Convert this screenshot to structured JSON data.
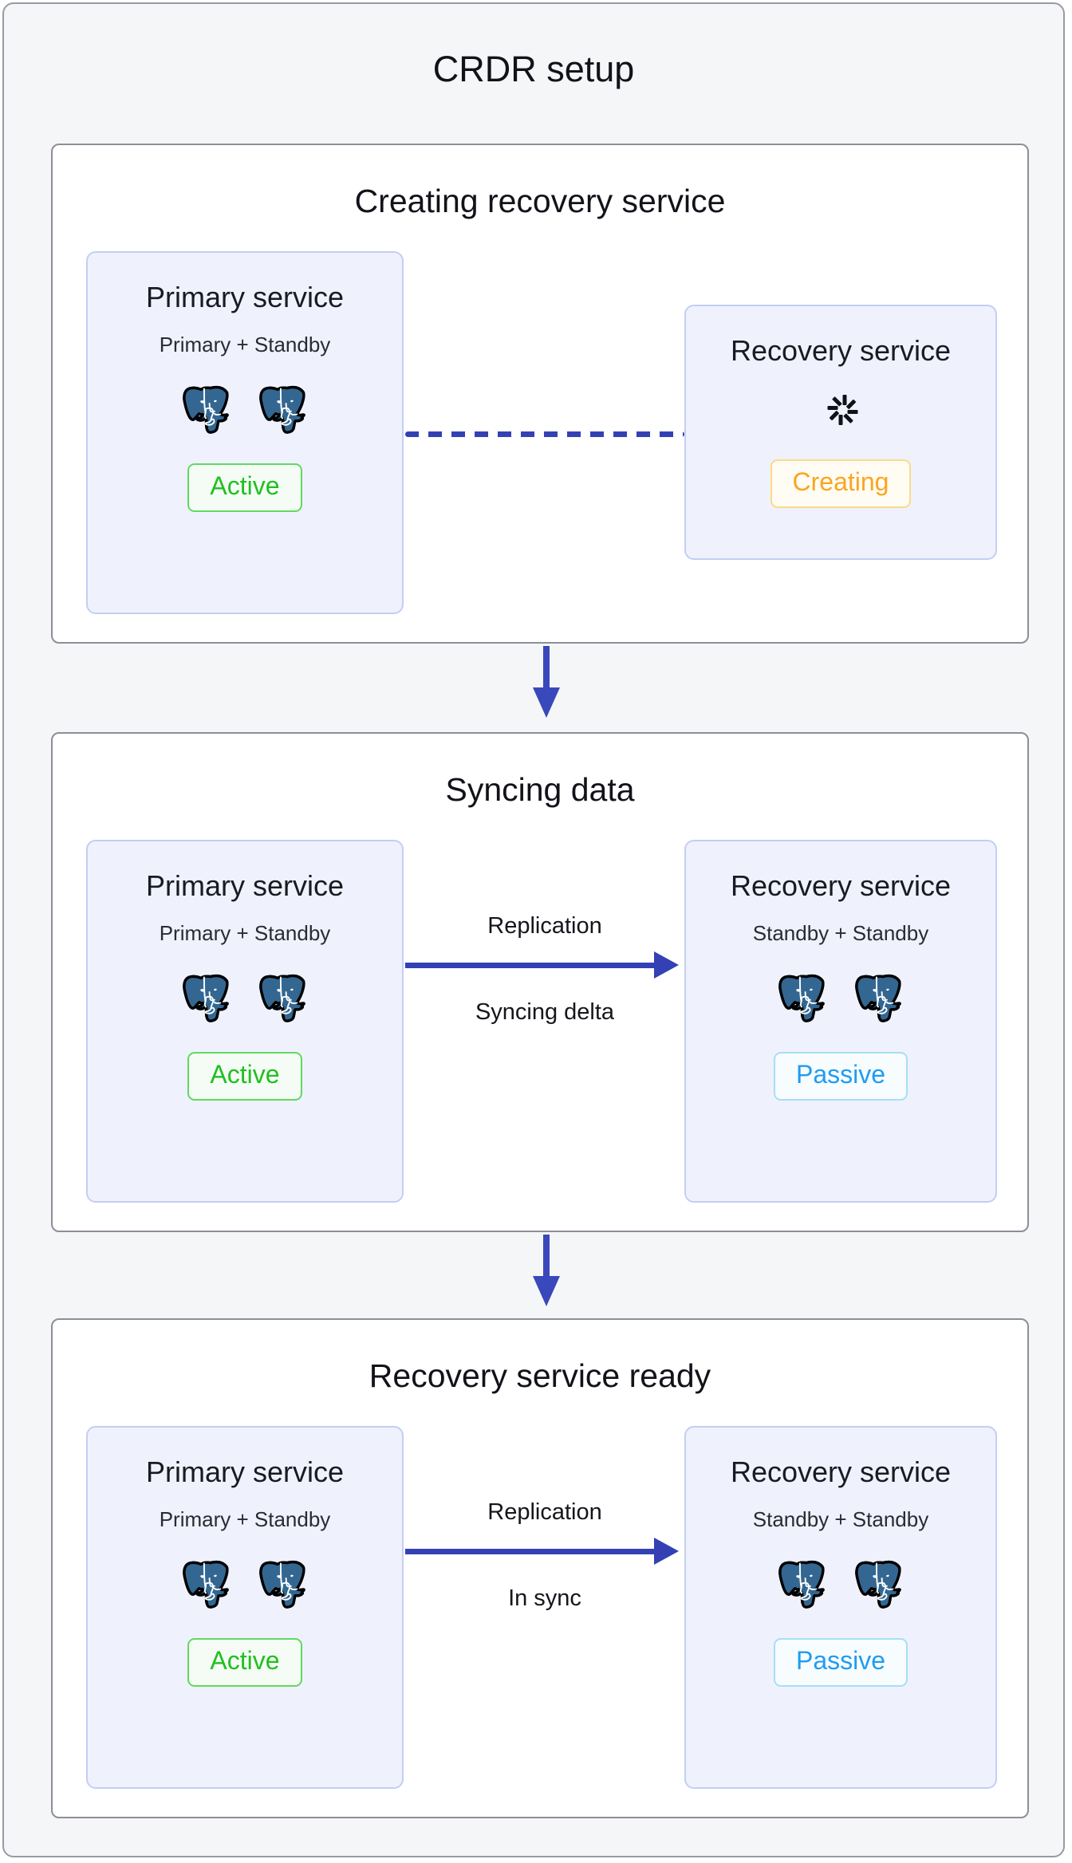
{
  "diagram": {
    "title": "CRDR setup",
    "colors": {
      "page_background": "#f5f6f8",
      "panel_border": "#8e8e99",
      "service_box_background": "#eff2fd",
      "service_box_border": "#c3cef3",
      "arrow_blue": "#3341b4",
      "active_green": "#20c020",
      "passive_blue": "#1f9cf0",
      "creating_orange": "#fba521"
    },
    "stages": [
      {
        "id": "creating-recovery-service",
        "title": "Creating recovery service",
        "left_service": {
          "name": "Primary service",
          "topology": "Primary + Standby",
          "node_icon": "postgresql-elephant-icon",
          "node_count": 2,
          "status": "Active",
          "status_kind": "active"
        },
        "connector": {
          "kind": "dashed-line",
          "label_top": "",
          "label_bottom": "",
          "direction": "none"
        },
        "right_service": {
          "name": "Recovery service",
          "topology": "",
          "node_icon": "spinner-icon",
          "node_count": 0,
          "status": "Creating",
          "status_kind": "creating"
        }
      },
      {
        "id": "syncing-data",
        "title": "Syncing data",
        "left_service": {
          "name": "Primary service",
          "topology": "Primary + Standby",
          "node_icon": "postgresql-elephant-icon",
          "node_count": 2,
          "status": "Active",
          "status_kind": "active"
        },
        "connector": {
          "kind": "solid-arrow",
          "label_top": "Replication",
          "label_bottom": "Syncing delta",
          "direction": "left-to-right"
        },
        "right_service": {
          "name": "Recovery service",
          "topology": "Standby + Standby",
          "node_icon": "postgresql-elephant-icon",
          "node_count": 2,
          "status": "Passive",
          "status_kind": "passive"
        }
      },
      {
        "id": "recovery-service-ready",
        "title": "Recovery service ready",
        "left_service": {
          "name": "Primary service",
          "topology": "Primary + Standby",
          "node_icon": "postgresql-elephant-icon",
          "node_count": 2,
          "status": "Active",
          "status_kind": "active"
        },
        "connector": {
          "kind": "solid-arrow",
          "label_top": "Replication",
          "label_bottom": "In sync",
          "direction": "left-to-right"
        },
        "right_service": {
          "name": "Recovery service",
          "topology": "Standby + Standby",
          "node_icon": "postgresql-elephant-icon",
          "node_count": 2,
          "status": "Passive",
          "status_kind": "passive"
        }
      }
    ],
    "flow_arrows": [
      {
        "from": "creating-recovery-service",
        "to": "syncing-data",
        "icon": "arrow-down-icon"
      },
      {
        "from": "syncing-data",
        "to": "recovery-service-ready",
        "icon": "arrow-down-icon"
      }
    ]
  }
}
